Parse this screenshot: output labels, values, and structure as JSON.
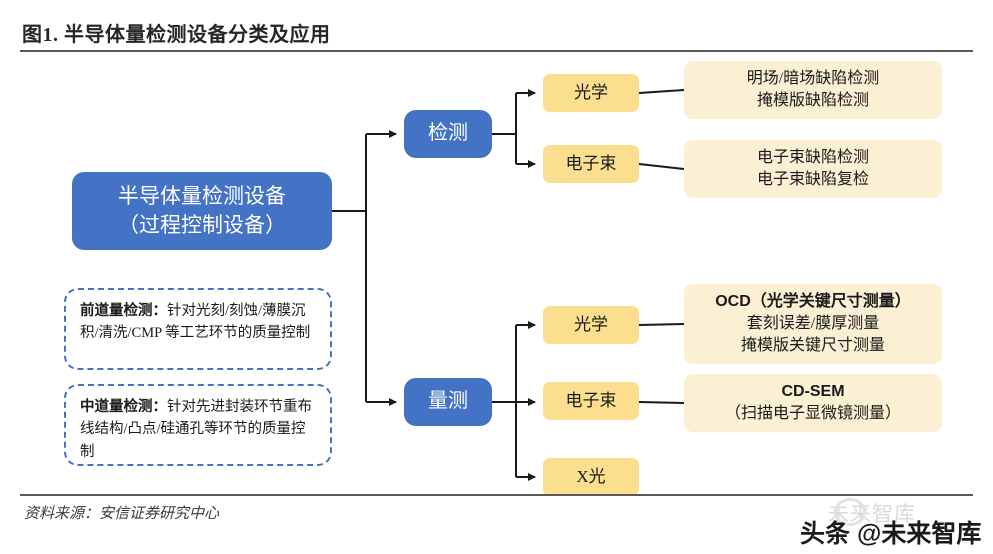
{
  "figure": {
    "title": "图1. 半导体量检测设备分类及应用",
    "source": "资料来源：安信证券研究中心"
  },
  "diagram": {
    "type": "tree",
    "root": {
      "line1": "半导体量检测设备",
      "line2": "（过程控制设备）"
    },
    "branches": [
      {
        "label": "检测",
        "children": [
          {
            "label": "光学",
            "detail_lines": [
              "明场/暗场缺陷检测",
              "掩模版缺陷检测"
            ]
          },
          {
            "label": "电子束",
            "detail_lines": [
              "电子束缺陷检测",
              "电子束缺陷复检"
            ]
          }
        ]
      },
      {
        "label": "量测",
        "children": [
          {
            "label": "光学",
            "detail_lines": [
              "OCD（光学关键尺寸测量）",
              "套刻误差/膜厚测量",
              "掩模版关键尺寸测量"
            ]
          },
          {
            "label": "电子束",
            "detail_lines": [
              "CD-SEM",
              "（扫描电子显微镜测量）"
            ]
          },
          {
            "label": "X光",
            "detail_lines": []
          }
        ]
      }
    ],
    "notes": [
      {
        "heading": "前道量检测：",
        "body": "针对光刻/刻蚀/薄膜沉积/清洗/CMP 等工艺环节的质量控制"
      },
      {
        "heading": "中道量检测：",
        "body": "针对先进封装环节重布线结构/凸点/硅通孔等环节的质量控制"
      }
    ]
  },
  "watermark": {
    "logo_text": "未来智库",
    "main_text": "头条 @未来智库"
  },
  "colors": {
    "primary_blue": "#4472C4",
    "yellow": "#FCDF8E",
    "cream": "#FBEFD4",
    "rule": "#595959",
    "text": "#262626"
  }
}
